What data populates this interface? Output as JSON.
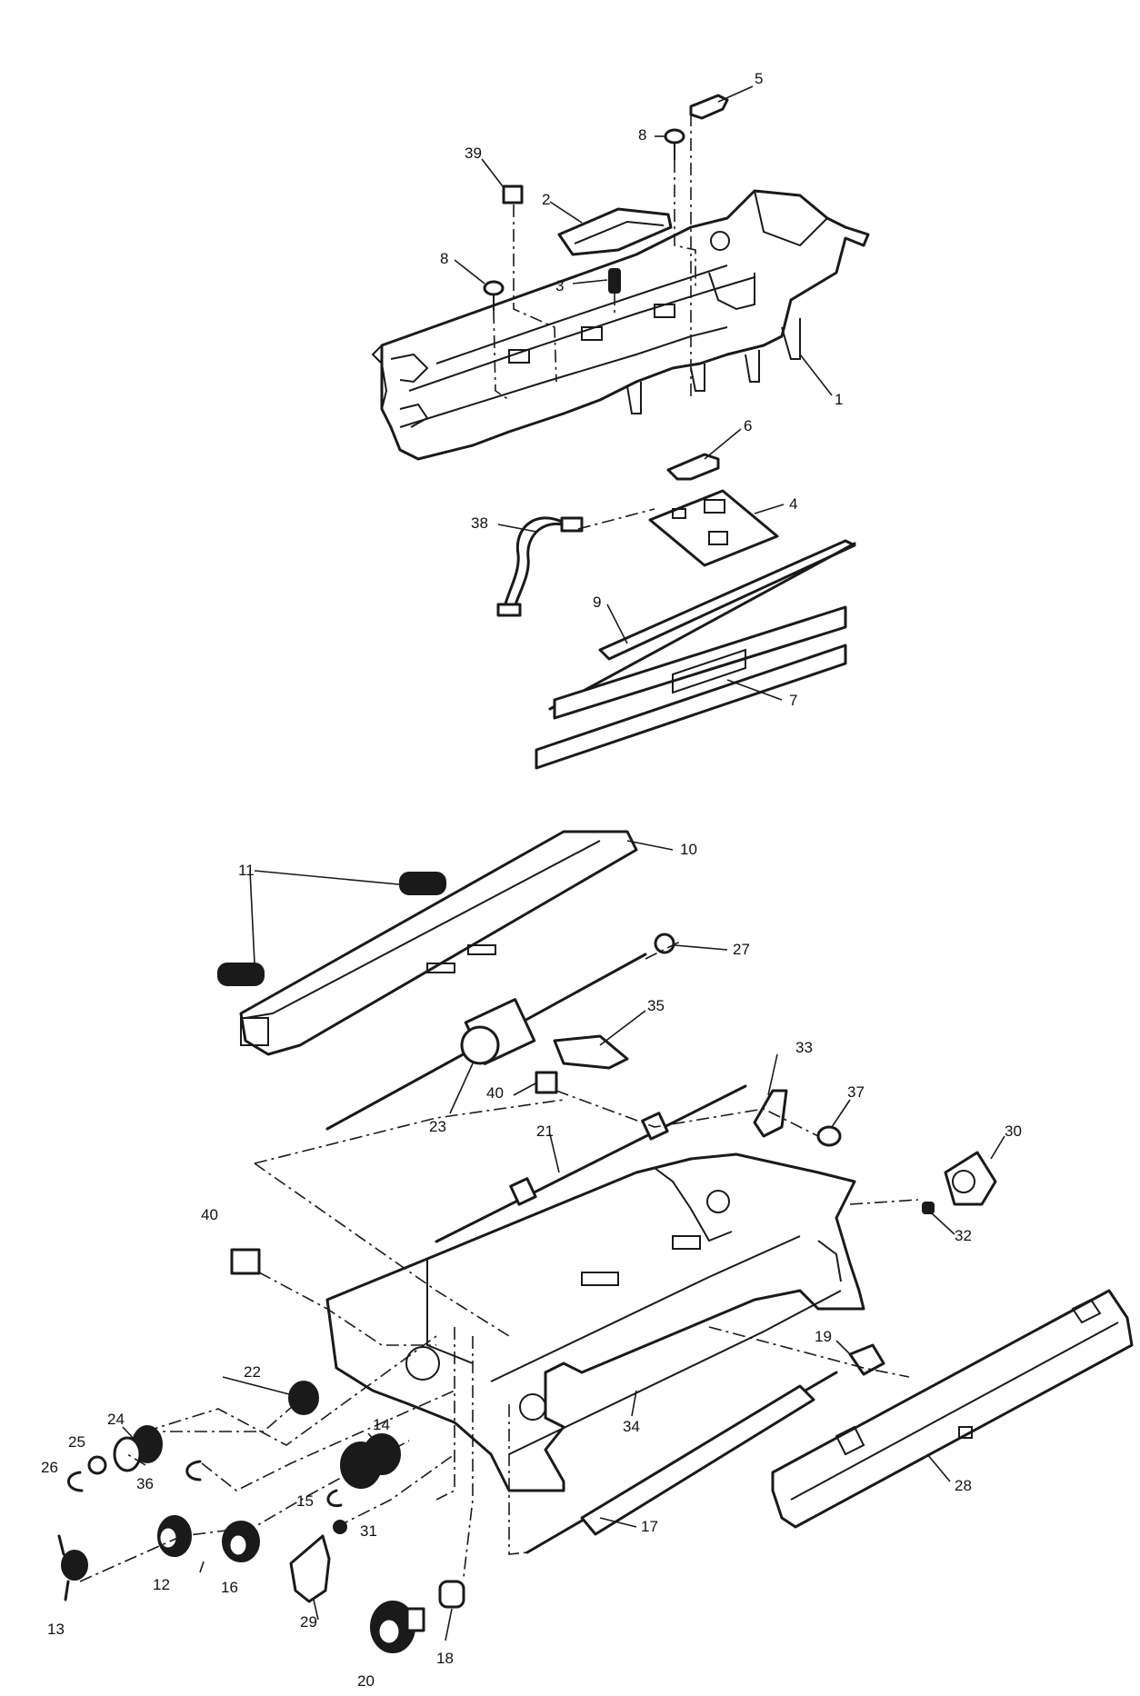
{
  "diagram": {
    "part_labels": [
      "1",
      "2",
      "3",
      "4",
      "5",
      "6",
      "7",
      "8",
      "8",
      "9",
      "10",
      "11",
      "12",
      "13",
      "14",
      "15",
      "16",
      "17",
      "18",
      "19",
      "20",
      "21",
      "22",
      "23",
      "24",
      "25",
      "26",
      "27",
      "28",
      "29",
      "30",
      "31",
      "32",
      "33",
      "34",
      "35",
      "36",
      "37",
      "38",
      "39",
      "40",
      "40"
    ]
  }
}
